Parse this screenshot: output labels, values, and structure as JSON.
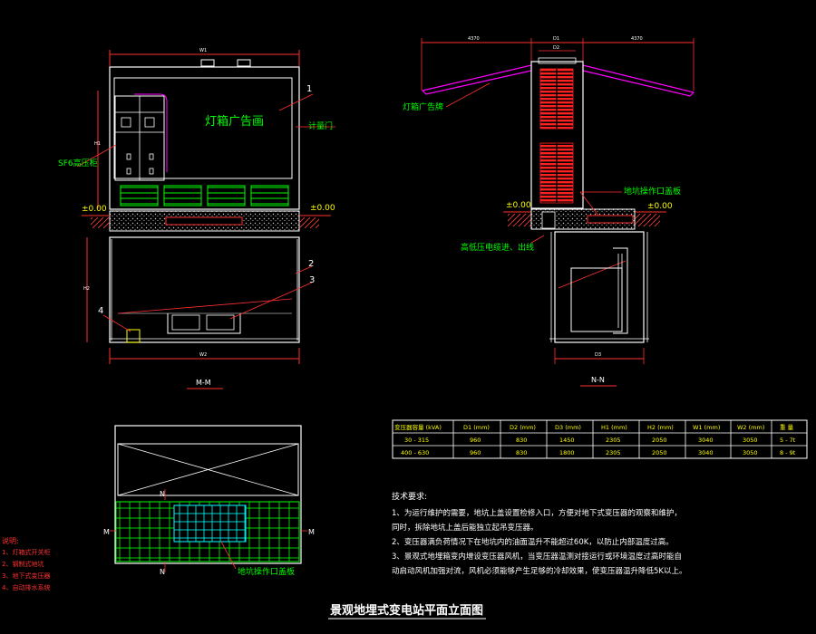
{
  "labels": {
    "billboard": "灯箱广告画",
    "callout_1": "1",
    "callout_2": "2",
    "callout_3": "3",
    "callout_4": "4",
    "sf6_switch": "SF6高压柜",
    "meter_box": "计量门",
    "ground_left_a": "±0.00",
    "ground_left_b": "±0.00",
    "section_a": "M-M",
    "billboard_right": "灯箱广告牌",
    "underground_cover": "地坑操作口盖板",
    "ground_right_a": "±0.00",
    "ground_right_b": "±0.00",
    "cable_note": "高低压电缆进、出线",
    "section_b": "N-N",
    "plan_cover": "地坑操作口盖板",
    "plan_mark_m1": "M",
    "plan_mark_m2": "M",
    "plan_mark_n1": "N",
    "plan_mark_n2": "N",
    "dim_w_top": "W1",
    "dim_h1": "H1",
    "dim_h2": "H2",
    "dim_w_bot": "W2",
    "dim_top_left": "4370",
    "dim_top_mid": "D1",
    "dim_top_mid2": "D2",
    "dim_top_right": "4370",
    "dim_bottom_right": "D3",
    "drawing_title": "景观地埋式变电站平面立面图"
  },
  "legend": {
    "title": "说明:",
    "items": [
      "1、灯箱式开关柜",
      "2、钢制式地坑",
      "3、地下式变压器",
      "4、自动排水系统"
    ]
  },
  "spec_table": {
    "headers": [
      "变压器容量 (kVA)",
      "D1 (mm)",
      "D2 (mm)",
      "D3 (mm)",
      "H1 (mm)",
      "H2 (mm)",
      "W1 (mm)",
      "W2 (mm)",
      "重 量"
    ],
    "rows": [
      [
        "30 - 315",
        "960",
        "830",
        "1450",
        "2305",
        "2050",
        "3040",
        "3050",
        "5 - 7t"
      ],
      [
        "400 - 630",
        "960",
        "830",
        "1800",
        "2305",
        "2050",
        "3040",
        "3050",
        "8 - 9t"
      ]
    ]
  },
  "notes": {
    "title": "技术要求:",
    "lines": [
      "1、为运行维护的需要，地坑上盖设置检修入口，方便对地下式变压器的观察和维护，",
      "   同时，拆除地坑上盖后能独立起吊变压器。",
      "2、变压器满负荷情况下在地坑内的油面温升不能超过60K，以防止内部温度过高。",
      "3、景观式地埋箱变内增设变压器风机，当变压器温测对接运行或环境温度过高时能自",
      "   动启动风机加强对流，风机必须能够产生足够的冷却效果，使变压器温升降低5K以上。"
    ]
  }
}
